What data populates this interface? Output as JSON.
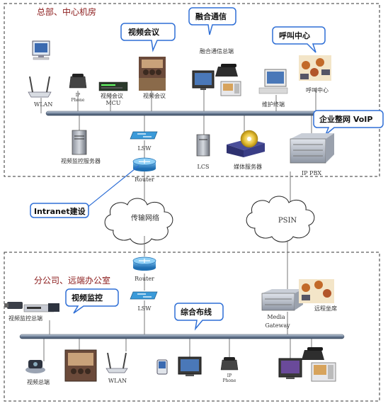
{
  "regions": {
    "hq": "总部、中心机房",
    "branch": "分公司、远端办公室"
  },
  "callouts": {
    "video_conf": "视频会议",
    "unified_comm": "融合通信",
    "call_center": "呼叫中心",
    "enterprise_voip": "企业整网 VoIP",
    "intranet": "Intranet建设",
    "video_monitor": "视频监控",
    "cabling": "综合布线"
  },
  "hq_labels": {
    "wlan": "WLAN",
    "ip_phone_line1": "IP",
    "ip_phone_line2": "Phone",
    "mcu_line1": "视频会议",
    "mcu_line2": "MCU",
    "video_conf": "视频会议",
    "unified_terminal": "融合通信总端",
    "maintenance_terminal": "维护终端",
    "call_center": "呼叫中心",
    "video_monitor_server": "视频监控服务器",
    "lsw": "LSW",
    "router": "Router",
    "lcs": "LCS",
    "media_server": "媒体服务器",
    "ip_pbx": "IP PBX"
  },
  "clouds": {
    "transport": "传输网络",
    "pstn": "PSIN"
  },
  "branch_labels": {
    "router": "Router",
    "lsw": "LSW",
    "video_monitor_terminal": "视频监控总端",
    "media_gateway_line1": "Media",
    "media_gateway_line2": "Gateway",
    "remote_agent": "远程坐席",
    "video_terminal": "视频总端",
    "wlan": "WLAN",
    "ip_phone_line1": "IP",
    "ip_phone_line2": "Phone"
  },
  "colors": {
    "callout_border": "#2f6fd6",
    "region_title": "#8b1a1a",
    "backbone": "#5a6e86",
    "link": "#3a64d8",
    "router": "#2f7fc1",
    "switch": "#3a9ad9"
  }
}
